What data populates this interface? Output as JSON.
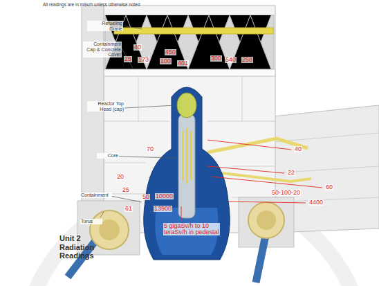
{
  "diagram": {
    "title": "Unit 2 Radiation Readings",
    "labels": [
      "All readings are in mSv/h unless otherwise noted",
      "Refueling Crane",
      "Containment Cap & Concrete Cover",
      "Reactor Top Head (cap)",
      "Core",
      "Containment",
      "Torus",
      "40",
      "450",
      "25",
      "173",
      "100",
      "401",
      "300",
      "540",
      "258",
      "70",
      "40",
      "22",
      "60",
      "50-100-20",
      "4400",
      "20",
      "25",
      "50",
      "10000",
      "61",
      "13900",
      "5 gigaSv/h to 10 teraSv/h in pedestal"
    ]
  }
}
